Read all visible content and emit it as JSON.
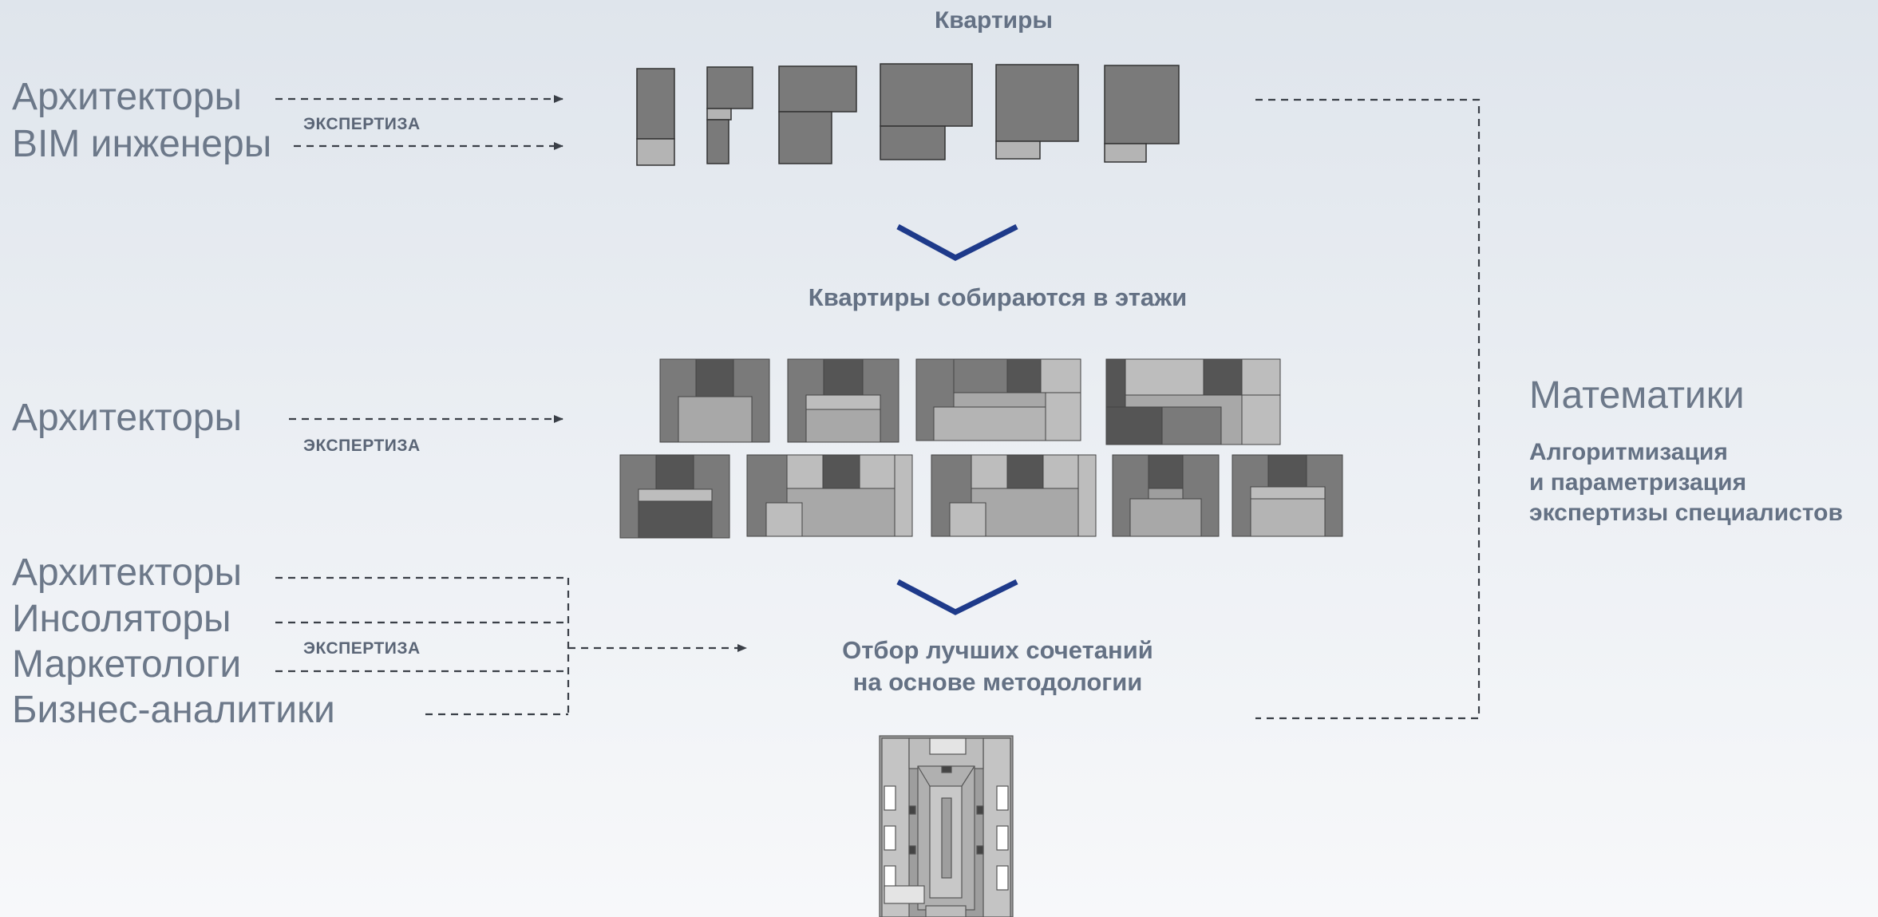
{
  "sections": {
    "apartments_title": "Квартиры",
    "floors_title": "Квартиры собираются в этажи",
    "selection_title_line1": "Отбор лучших сочетаний",
    "selection_title_line2": "на основе методологии"
  },
  "groups": {
    "group1": {
      "roles": [
        "Архитекторы",
        "BIM инженеры"
      ],
      "expertise_label": "ЭКСПЕРТИЗА"
    },
    "group2": {
      "roles": [
        "Архитекторы"
      ],
      "expertise_label": "ЭКСПЕРТИЗА"
    },
    "group3": {
      "roles": [
        "Архитекторы",
        "Инсоляторы",
        "Маркетологи",
        "Бизнес-аналитики"
      ],
      "expertise_label": "ЭКСПЕРТИЗА"
    }
  },
  "math": {
    "title": "Математики",
    "desc_line1": "Алгоритмизация",
    "desc_line2": "и параметризация",
    "desc_line3": "экспертизы специалистов"
  },
  "colors": {
    "text": "#6c7889",
    "heading": "#647184",
    "chevron": "#1e3a8a",
    "dashed": "#3a3f47",
    "plan_dark": "#555555",
    "plan_mid": "#7a7a7a",
    "plan_light": "#b4b4b4"
  },
  "icons": {
    "chevron": "chevron-down-icon",
    "arrow": "arrow-right-icon"
  }
}
